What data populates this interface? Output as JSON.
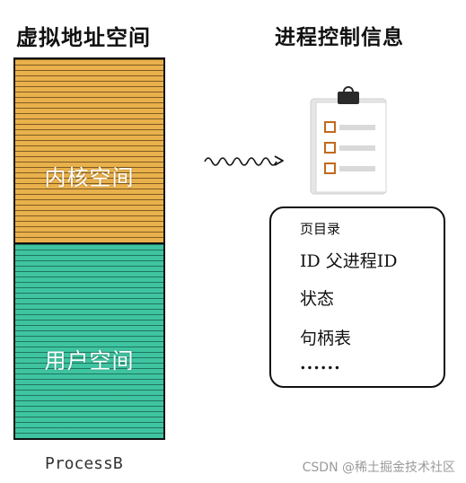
{
  "left_title": "虚拟地址空间",
  "right_title": "进程控制信息",
  "memory": {
    "kernel_label": "内核空间",
    "user_label": "用户空间",
    "process_label": "ProcessB",
    "kernel_color": "#e9b14c",
    "user_color": "#3fc4a1"
  },
  "arrow_icon": "wavy-arrow-icon",
  "clipboard_icon": "clipboard-checklist-icon",
  "pcb": {
    "fields": [
      "页目录",
      "ID  父进程ID",
      "状态",
      "句柄表",
      "......"
    ]
  },
  "watermark": "CSDN @稀土掘金技术社区"
}
